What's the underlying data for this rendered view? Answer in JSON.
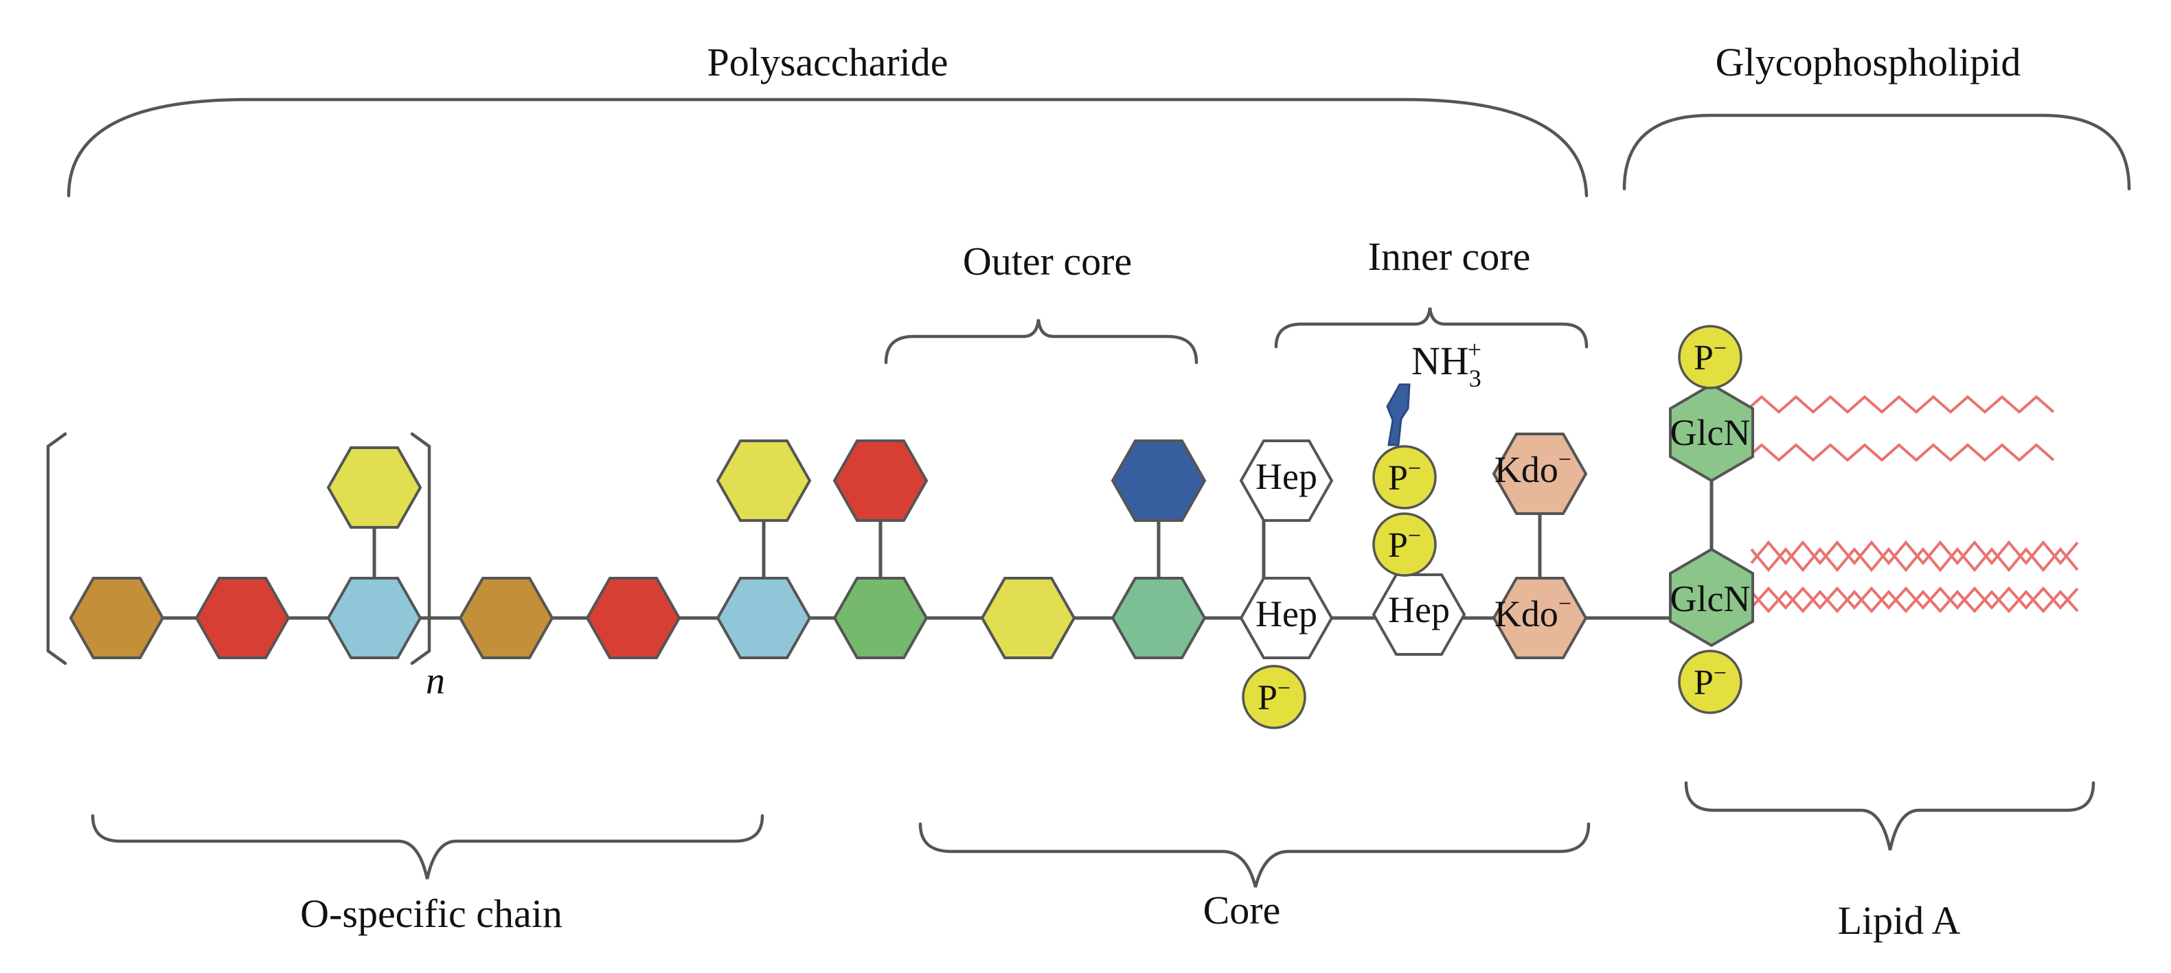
{
  "regions": {
    "polysaccharide": "Polysaccharide",
    "glycophospholipid": "Glycophospholipid",
    "outer_core": "Outer core",
    "inner_core": "Inner core",
    "o_specific_chain": "O-specific chain",
    "core": "Core",
    "lipid_a": "Lipid A"
  },
  "repeat_unit": {
    "label": "n"
  },
  "residue_labels": {
    "hep": "Hep",
    "kdo_base": "Kdo",
    "kdo_sup": "−",
    "glcn": "GlcN",
    "p_base": "P",
    "p_sup": "−",
    "nh3_base": "NH",
    "nh3_sub": "3",
    "nh3_sup": "+"
  },
  "colors": {
    "brown": "#c48f39",
    "red": "#d73f35",
    "light_blue": "#8fc7d8",
    "yellow": "#e1df51",
    "green": "#74b96c",
    "teal_green": "#7dbf95",
    "dark_blue": "#375f9f",
    "white": "#ffffff",
    "peach": "#e7b79a",
    "glcn_green": "#8cc58a",
    "phosphate_yellow": "#e3df3f",
    "fatty_acid": "#e8736f",
    "lines": "#555555"
  }
}
